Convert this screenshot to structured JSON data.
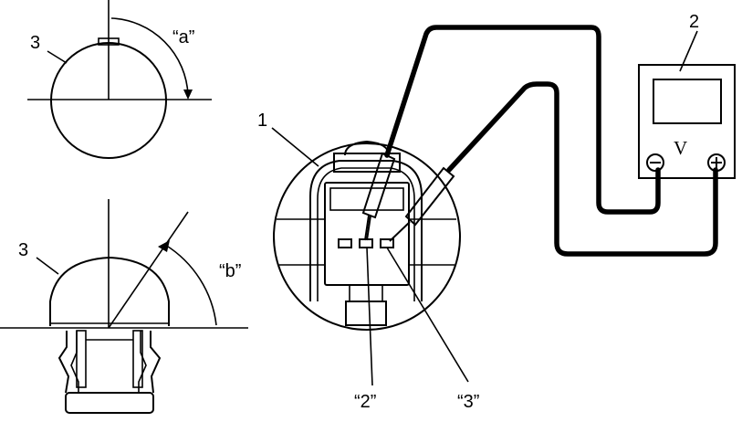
{
  "labels": {
    "callout_3_top": "3",
    "angle_a": "“a”",
    "callout_3_bottom": "3",
    "angle_b": "“b”",
    "callout_1": "1",
    "callout_2": "2",
    "meter_unit": "V",
    "terminal_2": "“2”",
    "terminal_3": "“3”"
  },
  "icons": {
    "meter_negative": "minus-terminal-icon",
    "meter_positive": "plus-terminal-icon"
  }
}
